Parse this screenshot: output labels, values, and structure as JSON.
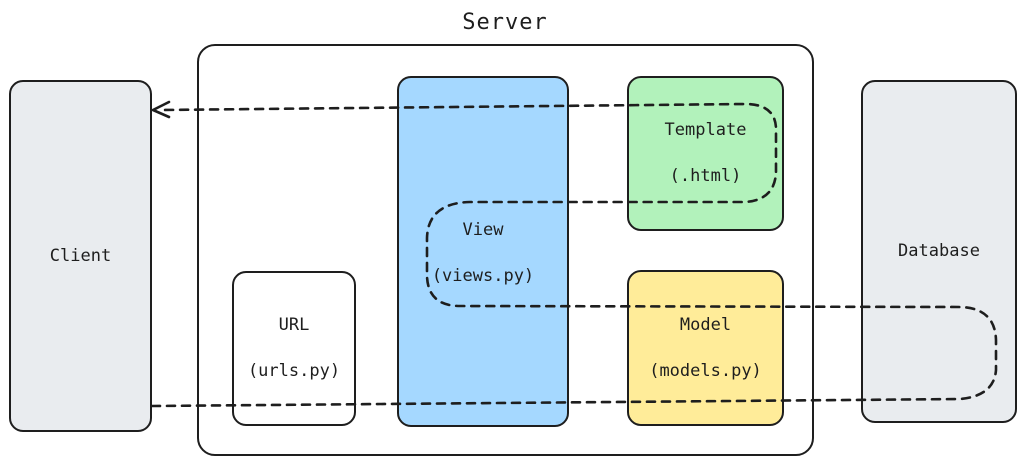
{
  "server": {
    "title": "Server"
  },
  "nodes": {
    "client": {
      "label": "Client"
    },
    "database": {
      "label": "Database"
    },
    "url": {
      "line1": "URL",
      "line2": "(urls.py)"
    },
    "view": {
      "line1": "View",
      "line2": "(views.py)"
    },
    "template": {
      "line1": "Template",
      "line2": "(.html)"
    },
    "model": {
      "line1": "Model",
      "line2": "(models.py)"
    }
  },
  "colors": {
    "client_fill": "#e9ecef",
    "database_fill": "#e9ecef",
    "url_fill": "#ffffff",
    "view_fill": "#a5d8ff",
    "template_fill": "#b2f2bb",
    "model_fill": "#ffec99",
    "stroke": "#1e1e1e"
  }
}
